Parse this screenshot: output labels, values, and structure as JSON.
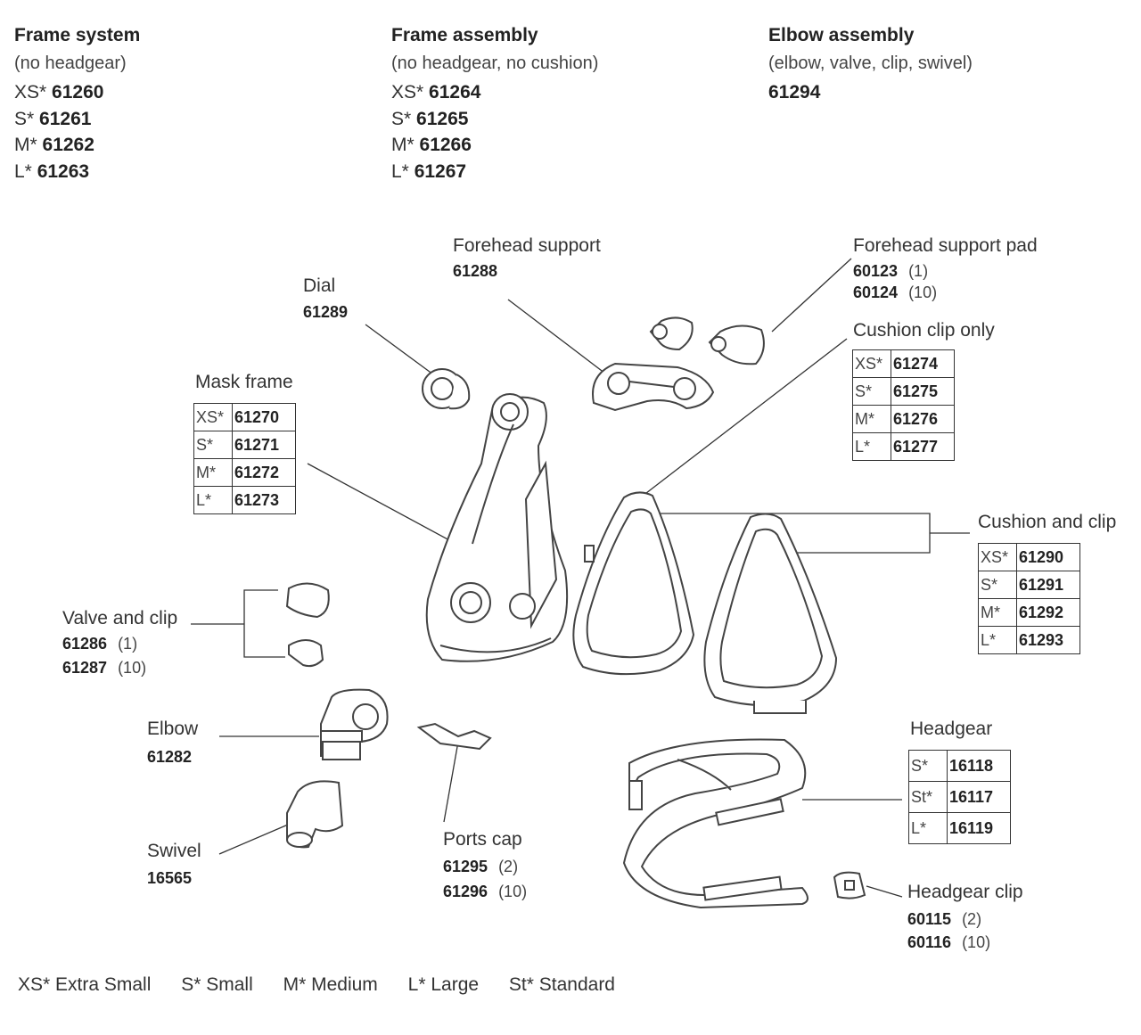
{
  "headers": [
    {
      "title": "Frame system",
      "subtitle": "(no headgear)",
      "rows": [
        {
          "size": "XS*",
          "part": "61260"
        },
        {
          "size": "S*",
          "part": "61261"
        },
        {
          "size": "M*",
          "part": "61262"
        },
        {
          "size": "L*",
          "part": "61263"
        }
      ]
    },
    {
      "title": "Frame assembly",
      "subtitle": "(no headgear, no cushion)",
      "rows": [
        {
          "size": "XS*",
          "part": "61264"
        },
        {
          "size": "S*",
          "part": "61265"
        },
        {
          "size": "M*",
          "part": "61266"
        },
        {
          "size": "L*",
          "part": "61267"
        }
      ]
    },
    {
      "title": "Elbow assembly",
      "subtitle": "(elbow, valve, clip, swivel)",
      "rows": [
        {
          "size": "",
          "part": "61294"
        }
      ]
    }
  ],
  "parts": {
    "forehead_support": {
      "label": "Forehead support",
      "part": "61288"
    },
    "dial": {
      "label": "Dial",
      "part": "61289"
    },
    "forehead_support_pad": {
      "label": "Forehead support pad",
      "parts": [
        {
          "part": "60123",
          "qty": "(1)"
        },
        {
          "part": "60124",
          "qty": "(10)"
        }
      ]
    },
    "cushion_clip_only": {
      "label": "Cushion clip only",
      "rows": [
        {
          "size": "XS*",
          "part": "61274"
        },
        {
          "size": "S*",
          "part": "61275"
        },
        {
          "size": "M*",
          "part": "61276"
        },
        {
          "size": "L*",
          "part": "61277"
        }
      ]
    },
    "mask_frame": {
      "label": "Mask frame",
      "rows": [
        {
          "size": "XS*",
          "part": "61270"
        },
        {
          "size": "S*",
          "part": "61271"
        },
        {
          "size": "M*",
          "part": "61272"
        },
        {
          "size": "L*",
          "part": "61273"
        }
      ]
    },
    "cushion_and_clip": {
      "label": "Cushion and clip",
      "rows": [
        {
          "size": "XS*",
          "part": "61290"
        },
        {
          "size": "S*",
          "part": "61291"
        },
        {
          "size": "M*",
          "part": "61292"
        },
        {
          "size": "L*",
          "part": "61293"
        }
      ]
    },
    "valve_and_clip": {
      "label": "Valve and clip",
      "parts": [
        {
          "part": "61286",
          "qty": "(1)"
        },
        {
          "part": "61287",
          "qty": "(10)"
        }
      ]
    },
    "elbow": {
      "label": "Elbow",
      "part": "61282"
    },
    "swivel": {
      "label": "Swivel",
      "part": "16565"
    },
    "ports_cap": {
      "label": "Ports cap",
      "parts": [
        {
          "part": "61295",
          "qty": "(2)"
        },
        {
          "part": "61296",
          "qty": "(10)"
        }
      ]
    },
    "headgear": {
      "label": "Headgear",
      "rows": [
        {
          "size": "S*",
          "part": "16118"
        },
        {
          "size": "St*",
          "part": "16117"
        },
        {
          "size": "L*",
          "part": "16119"
        }
      ]
    },
    "headgear_clip": {
      "label": "Headgear clip",
      "parts": [
        {
          "part": "60115",
          "qty": "(2)"
        },
        {
          "part": "60116",
          "qty": "(10)"
        }
      ]
    }
  },
  "legend": [
    "XS* Extra Small",
    "S* Small",
    "M* Medium",
    "L* Large",
    "St* Standard"
  ],
  "colors": {
    "text": "#2b2b2b",
    "line": "#333333",
    "background": "#ffffff"
  }
}
